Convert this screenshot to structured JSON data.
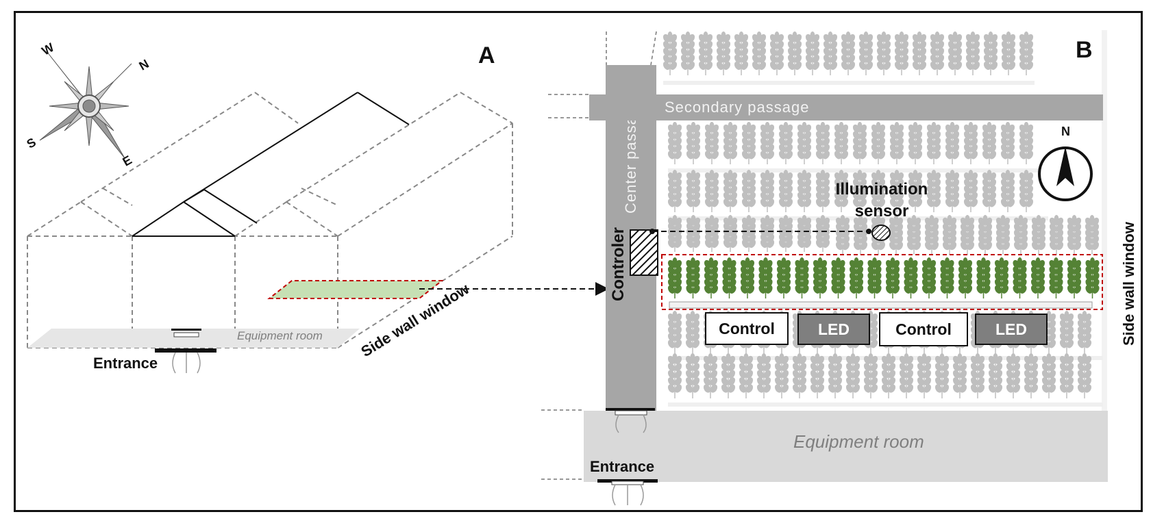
{
  "panel_a": {
    "letter": "A",
    "compass": {
      "n": "N",
      "e": "E",
      "s": "S",
      "w": "W"
    },
    "entrance": "Entrance",
    "equipment_room": "Equipment room",
    "side_wall_window": "Side wall window"
  },
  "panel_b": {
    "letter": "B",
    "secondary_passage": "Secondary passage",
    "center_passage": "Center passage",
    "controler": "Controler",
    "illumination_sensor_l1": "Illumination",
    "illumination_sensor_l2": "sensor",
    "north": "N",
    "side_wall_window": "Side wall window",
    "equipment_room": "Equipment room",
    "entrance": "Entrance",
    "treatments": [
      {
        "label": "Control",
        "style": "control"
      },
      {
        "label": "LED",
        "style": "led"
      },
      {
        "label": "Control",
        "style": "control"
      },
      {
        "label": "LED",
        "style": "led"
      }
    ]
  },
  "colors": {
    "passage": "#a6a6a6",
    "equipment_room": "#d9d9d9",
    "plant_gray": "#bfbfbf",
    "plant_green": "#548235",
    "highlight_fill": "#c6e0b4",
    "highlight_border": "#c00000",
    "led_box": "#7f7f7f"
  }
}
